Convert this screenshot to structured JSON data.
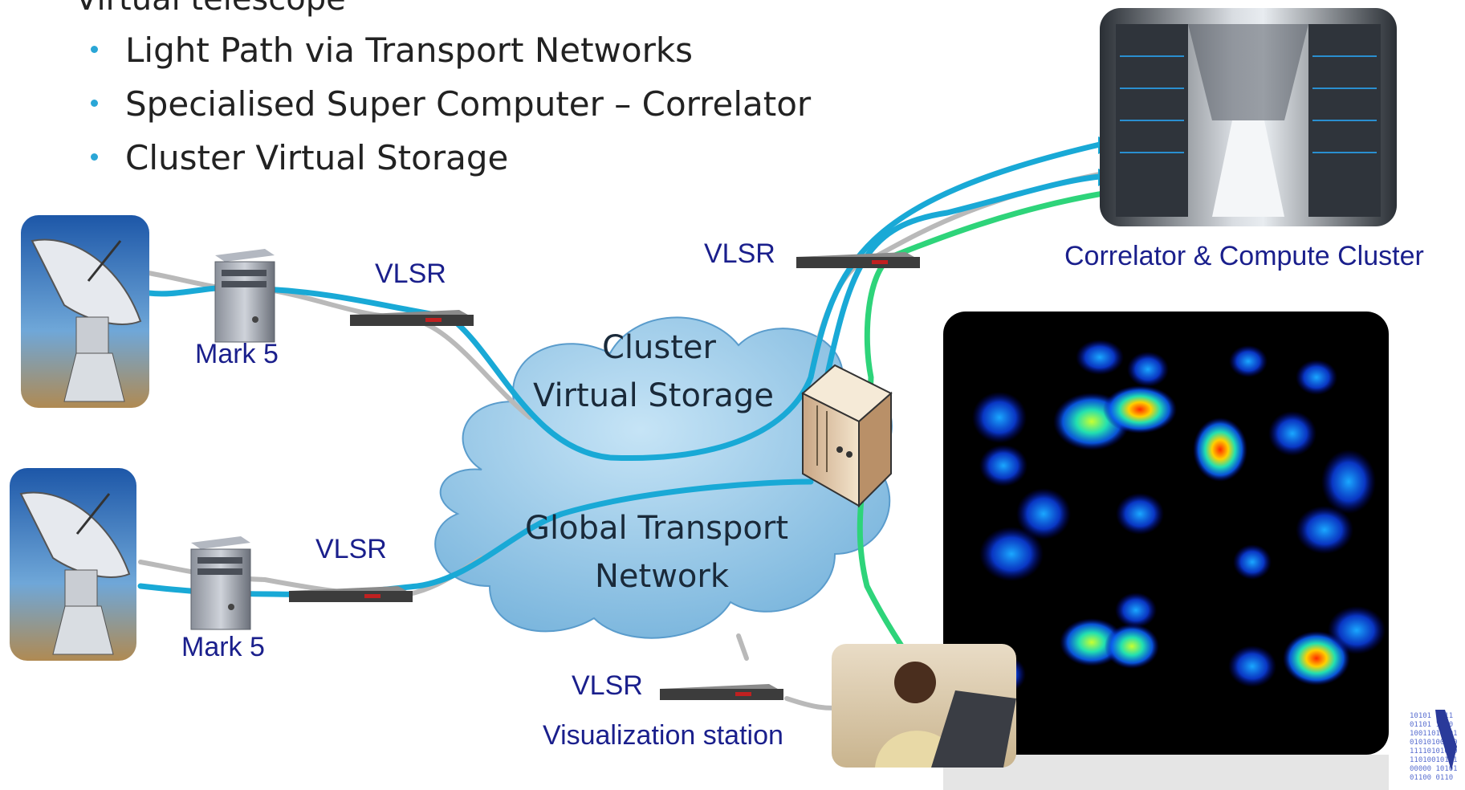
{
  "heading": "Virtual telescope",
  "bullets": [
    "Light Path via Transport Networks",
    "Specialised Super Computer – Correlator",
    "Cluster Virtual Storage"
  ],
  "labels": {
    "vlsr": "VLSR",
    "mark5": "Mark 5",
    "correlator": "Correlator & Compute Cluster",
    "visualization": "Visualization station",
    "cluster_line1": "Cluster",
    "cluster_line2": "Virtual Storage",
    "global_line1": "Global Transport",
    "global_line2": "Network"
  },
  "colors": {
    "light_path": "#19a9d6",
    "green_path": "#2ed47a",
    "gray_path": "#b9b9b9",
    "cloud": "#8fc6e8",
    "label_blue": "#1a1f8c"
  }
}
